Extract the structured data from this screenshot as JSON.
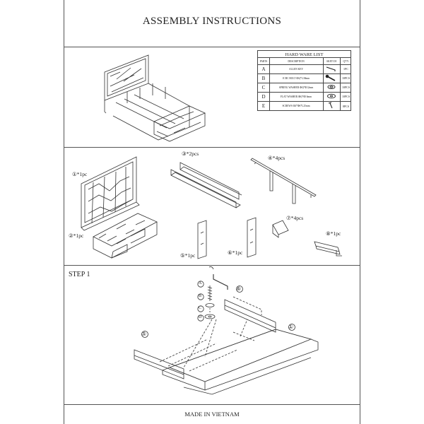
{
  "title": "ASSEMBLY INSTRUCTIONS",
  "hardware_list": {
    "title": "HARD WARE LIST",
    "headers": [
      "PARTS",
      "DESCRIPTION",
      "SKETCH",
      "Q'TY"
    ],
    "rows": [
      {
        "part": "A",
        "description": "ALLEN KEY",
        "sketch_icon": "allen-key-icon",
        "qty": "1PC"
      },
      {
        "part": "B",
        "description": "JCBC BOLT Φ6)*L38mm",
        "sketch_icon": "bolt-icon",
        "qty": "10PCS"
      },
      {
        "part": "C",
        "description": "SPRING WASHER Φ6)*Φ12mm",
        "sketch_icon": "spring-washer-icon",
        "qty": "10PCS"
      },
      {
        "part": "D",
        "description": "FLAT WASHER Φ6)*Φ16mm",
        "sketch_icon": "flat-washer-icon",
        "qty": "10PCS"
      },
      {
        "part": "E",
        "description": "SCREWS Φ4*Φ6*L25mm",
        "sketch_icon": "screw-icon",
        "qty": "8PCS"
      }
    ]
  },
  "parts": [
    {
      "label": "①*1pc"
    },
    {
      "label": "②*1pc"
    },
    {
      "label": "③*2pcs"
    },
    {
      "label": "④*4pcs"
    },
    {
      "label": "⑤*1pc"
    },
    {
      "label": "⑥*1pc"
    },
    {
      "label": "⑦*4pcs"
    },
    {
      "label": "⑧*1pc"
    }
  ],
  "step": {
    "title": "STEP  1",
    "callouts": [
      "A",
      "B",
      "C",
      "D",
      "⑥",
      "⑤",
      "①"
    ]
  },
  "footer": "MADE IN VIETNAM"
}
